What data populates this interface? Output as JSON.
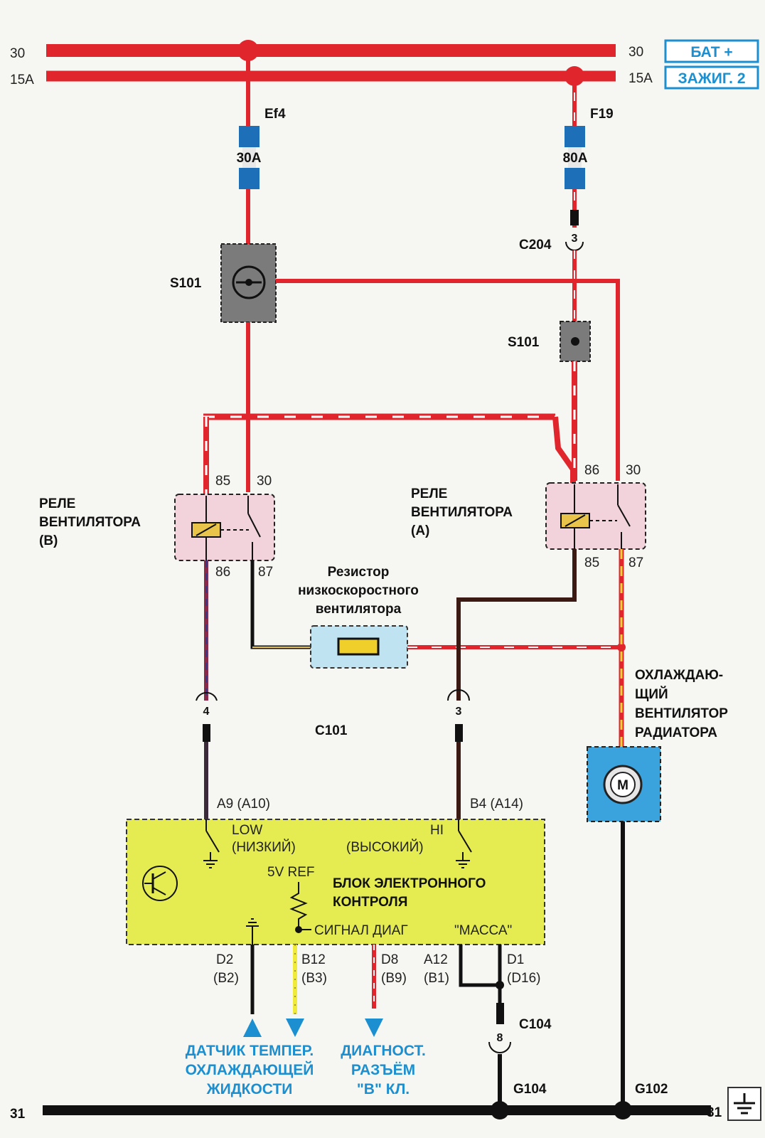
{
  "colors": {
    "bus_red": "#e0262c",
    "ground": "#111111",
    "accent_blue": "#1c8fd0",
    "ecu_fill": "#e4ec52",
    "relay_fill": "#f2d3dc",
    "fuse_blue": "#1d6fb8",
    "motor_blue": "#3aa3de",
    "splice_gray": "#7b7b7b"
  },
  "buses": {
    "b30_left": "30",
    "b30_right": "30",
    "b30_tag": "БАТ +",
    "b15_left": "15A",
    "b15_right": "15A",
    "b15_tag": "ЗАЖИГ. 2",
    "b31_left": "31",
    "b31_right": "31"
  },
  "fuses": {
    "ef4": {
      "name": "Ef4",
      "rating": "30A"
    },
    "f19": {
      "name": "F19",
      "rating": "80A"
    }
  },
  "connectors": {
    "c204": {
      "name": "C204",
      "pin": "3"
    },
    "c101": {
      "name": "C101",
      "pin_left": "4",
      "pin_right": "3"
    },
    "c104": {
      "name": "C104",
      "pin": "8"
    }
  },
  "splices": {
    "left": "S101",
    "right": "S101"
  },
  "relay_b": {
    "line1": "РЕЛЕ",
    "line2": "ВЕНТИЛЯТОРА",
    "line3": "(B)",
    "pin_85": "85",
    "pin_30": "30",
    "pin_86": "86",
    "pin_87": "87"
  },
  "relay_a": {
    "line1": "РЕЛЕ",
    "line2": "ВЕНТИЛЯТОРА",
    "line3": "(A)",
    "pin_86": "86",
    "pin_30": "30",
    "pin_85": "85",
    "pin_87": "87"
  },
  "resistor": {
    "line1": "Резистор",
    "line2": "низкоскоростного",
    "line3": "вентилятора"
  },
  "fan": {
    "line1": "ОХЛАЖДАЮ-",
    "line2": "ЩИЙ",
    "line3": "ВЕНТИЛЯТОР",
    "line4": "РАДИАТОРА",
    "symbol": "M"
  },
  "ecu": {
    "title1": "БЛОК ЭЛЕКТРОННОГО",
    "title2": "КОНТРОЛЯ",
    "low1": "LOW",
    "low2": "(НИЗКИЙ)",
    "hi1": "HI",
    "hi2": "(ВЫСОКИЙ)",
    "ref": "5V REF",
    "diag": "СИГНАЛ ДИАГ",
    "mass": "\"МАССА\"",
    "pin_a9": "A9 (A10)",
    "pin_b4": "B4 (A14)",
    "pin_d2": "D2",
    "pin_d2b": "(B2)",
    "pin_b12": "B12",
    "pin_b12b": "(B3)",
    "pin_d8": "D8",
    "pin_d8b": "(B9)",
    "pin_a12": "A12",
    "pin_a12b": "(B1)",
    "pin_d1": "D1",
    "pin_d1b": "(D16)"
  },
  "targets": {
    "temp1": "ДАТЧИК ТЕМПЕР.",
    "temp2": "ОХЛАЖДАЮЩЕЙ",
    "temp3": "ЖИДКОСТИ",
    "diag1": "ДИАГНОСТ.",
    "diag2": "РАЗЪЁМ",
    "diag3": "\"В\" КЛ."
  },
  "grounds": {
    "g104": "G104",
    "g102": "G102"
  }
}
